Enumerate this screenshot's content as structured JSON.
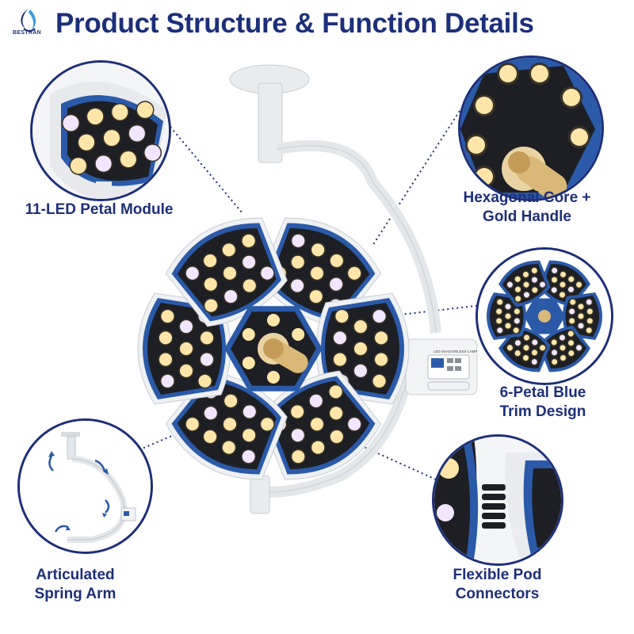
{
  "brand": {
    "logo_text": "BESTRAN"
  },
  "title": "Product Structure & Function Details",
  "callouts": {
    "top_left": {
      "label": "11-LED Petal Module",
      "icon": "led-petal-module-icon"
    },
    "top_right": {
      "label": "Hexagonal Core +\nGold Handle",
      "icon": "hexagonal-core-handle-icon"
    },
    "middle_right": {
      "label": "6-Petal Blue\nTrim Design",
      "icon": "six-petal-lamp-icon"
    },
    "bottom_left": {
      "label": "Articulated\nSpring Arm",
      "icon": "spring-arm-icon"
    },
    "bottom_right": {
      "label": "Flexible Pod\nConnectors",
      "icon": "flexible-connector-icon"
    }
  },
  "control_panel": {
    "caption": "LED SHADOWLESS LAMP"
  },
  "colors": {
    "brand_navy": "#1d2f7a",
    "trim_blue": "#2a5aa8",
    "led_warm": "#ffe6a8",
    "led_cool": "#f1e6ff",
    "handle_gold": "#d9b878",
    "housing_white": "#eef0f3"
  }
}
